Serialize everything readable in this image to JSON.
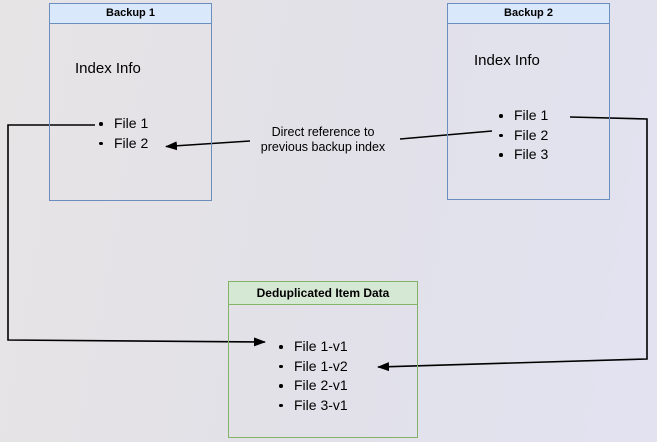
{
  "boxes": {
    "backup1": {
      "title": "Backup 1",
      "label": "Index Info",
      "files": [
        "File 1",
        "File 2"
      ]
    },
    "backup2": {
      "title": "Backup 2",
      "label": "Index Info",
      "files": [
        "File 1",
        "File 2",
        "File 3"
      ]
    },
    "dedup": {
      "title": "Deduplicated Item Data",
      "files": [
        "File 1-v1",
        "File 1-v2",
        "File 2-v1",
        "File 3-v1"
      ]
    }
  },
  "annotation": {
    "line1": "Direct reference to",
    "line2": "previous backup index"
  },
  "colors": {
    "blue_fill": "#dae8fc",
    "blue_border": "#6c8ebf",
    "green_fill": "#d5e8d4",
    "green_border": "#82b366",
    "connector": "#000000",
    "text": "#000000",
    "canvas_left": "#e7e4e5",
    "canvas_mid": "#e2e1e8",
    "canvas_right": "#e2e2f1"
  }
}
